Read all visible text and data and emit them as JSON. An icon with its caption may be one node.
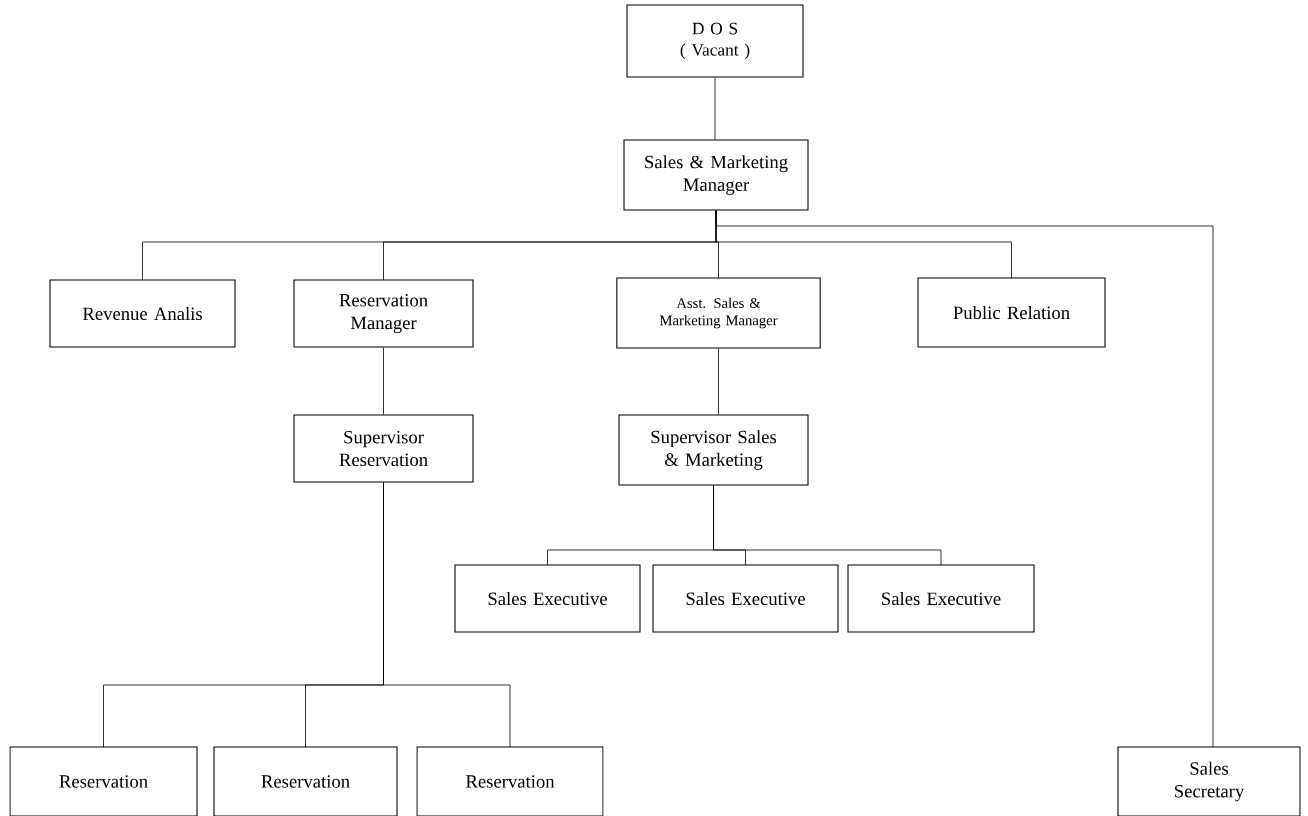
{
  "diagram": {
    "nodes": [
      {
        "text": [
          "D O S",
          "( Vacant )"
        ]
      },
      {
        "text": [
          "Sales & Marketing Manager"
        ]
      },
      {
        "text": [
          "Revenue Analis"
        ]
      },
      {
        "text": [
          "Reservation Manager"
        ]
      },
      {
        "text": [
          "Asst. Sales & Marketing Manager"
        ]
      },
      {
        "text": [
          "Public Relation"
        ]
      },
      {
        "text": [
          "Supervisor Reservation"
        ]
      },
      {
        "text": [
          "Supervisor Sales & Marketing"
        ]
      },
      {
        "text": [
          "Sales Executive"
        ]
      },
      {
        "text": [
          "Sales Executive"
        ]
      },
      {
        "text": [
          "Sales Executive"
        ]
      },
      {
        "text": [
          "Reservation"
        ]
      },
      {
        "text": [
          "Reservation"
        ]
      },
      {
        "text": [
          "Reservation"
        ]
      },
      {
        "text": [
          "Sales Secretary"
        ]
      }
    ],
    "edges": [
      {
        "from": 0,
        "to": 1,
        "arrow": "none"
      },
      {
        "from": 1,
        "to": 2,
        "arrow": "none"
      },
      {
        "from": 1,
        "to": 3,
        "arrow": "none"
      },
      {
        "from": 1,
        "to": 4,
        "arrow": "none"
      },
      {
        "from": 1,
        "to": 5,
        "arrow": "none"
      },
      {
        "from": 1,
        "to": 14,
        "arrow": "none"
      },
      {
        "from": 3,
        "to": 6,
        "arrow": "none"
      },
      {
        "from": 4,
        "to": 7,
        "arrow": "none"
      },
      {
        "from": 7,
        "to": 8,
        "arrow": "none"
      },
      {
        "from": 7,
        "to": 9,
        "arrow": "none"
      },
      {
        "from": 7,
        "to": 10,
        "arrow": "none"
      },
      {
        "from": 6,
        "to": 11,
        "arrow": "none"
      },
      {
        "from": 6,
        "to": 12,
        "arrow": "none"
      },
      {
        "from": 6,
        "to": 13,
        "arrow": "none"
      }
    ]
  }
}
